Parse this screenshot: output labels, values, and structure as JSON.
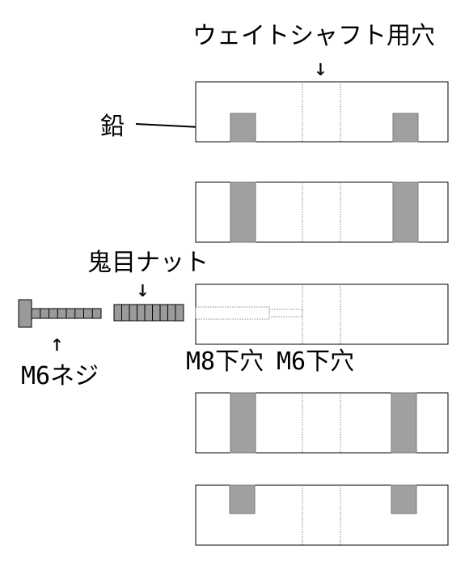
{
  "labels": {
    "weight_shaft_hole": "ウェイトシャフト用穴",
    "lead": "鉛",
    "demon_nut": "鬼目ナット",
    "m6_screw": "M6ネジ",
    "m8_pilot_hole": "M8下穴",
    "m6_pilot_hole": "M6下穴"
  },
  "arrow_glyph": "↓",
  "arrow_up_glyph": "↑",
  "colors": {
    "lead_fill": "#a0a0a0",
    "part_fill": "#9a9a9a",
    "outline": "#000000",
    "dotted": "#888888"
  }
}
